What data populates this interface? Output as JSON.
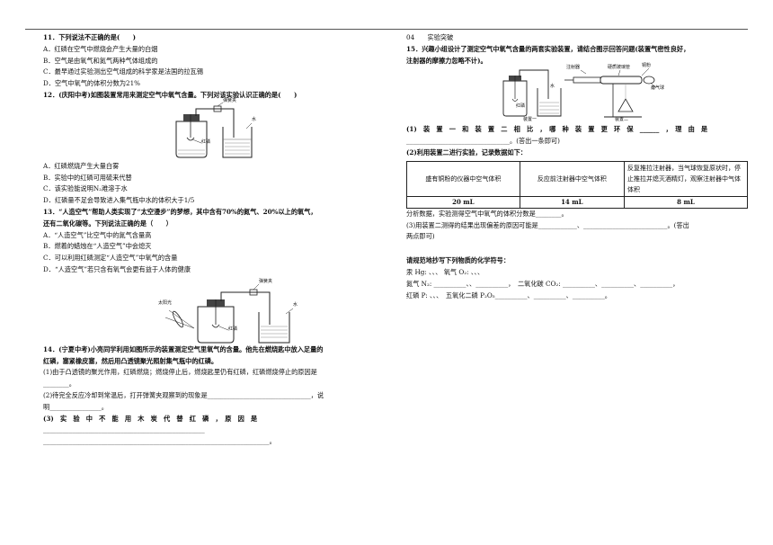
{
  "left": {
    "q11": {
      "stem": "11．下列说法不正确的是(　　)",
      "options": [
        "A．红磷在空气中燃烧会产生大量的白烟",
        "B．空气是由氧气和氮气两种气体组成的",
        "C．最早通过实验测出空气组成的科学家是法国的拉瓦锡",
        "D．空气中氧气的体积分数为21%"
      ]
    },
    "q12": {
      "stem": "12．(庆阳中考)如图装置常用来测定空气中氧气含量。下列对该实验认识正确的是(　　)",
      "fig_labels": {
        "clip": "弹簧夹",
        "phos": "红磷",
        "water": "水"
      },
      "options": [
        "A．红磷燃烧产生大量白雾",
        "B．实验中的红磷可用硫来代替",
        "C．该实验能说明N₂难溶于水",
        "D．红磷量不足会导致进入集气瓶中水的体积大于1/5"
      ]
    },
    "q13": {
      "stem1": "13．“人造空气”帮助人类实现了“太空漫步”的梦想，其中含有70%的氮气、20%以上的氧气，",
      "stem2": "还有二氧化碳等。下列说法正确的是（　　）",
      "options": [
        "A．“人造空气”比空气中的氮气含量高",
        "B．燃着的蜡烛在“人造空气”中会熄灭",
        "C．可以利用红磷测定“人造空气”中氧气的含量",
        "D．“人造空气”若只含有氧气会更有益于人体的健康"
      ]
    },
    "q14": {
      "fig_labels": {
        "clip": "弹簧夹",
        "sun": "太阳光",
        "phos": "红磷",
        "water": "水"
      },
      "stem1": "14．(宁夏中考)小亮同学利用如图所示的装置测定空气里氧气的含量。他先在燃烧匙中放入足量的",
      "stem2": "红磷，塞紧橡皮塞，然后用凸透镜聚光照射集气瓶中的红磷。",
      "p1a": "(1)由于凸透镜的聚光作用，红磷燃烧；燃烧停止后，燃烧匙里仍有红磷，红磷燃烧停止的原因是",
      "p1b": "________。",
      "p2a": "(2)待完全反应冷却到常温后，打开弹簧夹观察到的现象是________________________________，说",
      "p2b": "明________________。",
      "p3a": "(3)　实　验　中　不　能　用　木　炭　代　替　红　磷　，　原　因　是",
      "p3b": "__________________________________________________",
      "p3c": "______________________________________________________________________。"
    }
  },
  "right": {
    "section": "04　　实验突破",
    "q15": {
      "stem1": "15．兴趣小组设计了测定空气中氧气含量的两套实验装置，请结合图示回答问题(装置气密性良好，",
      "stem2": "注射器的摩擦力忽略不计)。",
      "fig_labels": {
        "phos1": "红磷",
        "water1": "水",
        "device1": "装置一",
        "syringe": "注射器",
        "tube": "硬质玻璃管",
        "copper": "铜粉",
        "balloon": "瘪气球",
        "device2": "装置二"
      },
      "p1a": "(1)　装　置　一　和　装　置　二　相　比　，　哪　种　装　置　更　环　保　______　，　理　由　是",
      "p1b": "________________________________。(答出一条即可)",
      "p2": "(2)利用装置二进行实验，记录数据如下：",
      "table": {
        "headers": [
          "盛有铜粉的仪器中空气体积",
          "反应前注射器中空气体积",
          "反复推拉注射器，当气球恢复原状时，停止推拉并熄灭酒精灯，观察注射器中气体体积"
        ],
        "values": [
          "20 mL",
          "14 mL",
          "8 mL"
        ]
      },
      "analysis": "分析数据，实验测得空气中氧气的体积分数是________。",
      "p3a": "(3)用装置二测得的结果出现偏差的原因可能是____________、__________________________。(答出",
      "p3b": "两点即可)"
    },
    "practice": {
      "title": "请规范地抄写下列物质的化学符号：",
      "line1": "汞 Hg: 、、、 氧气 O₂: 、、、",
      "line2": "氮气 N₂: __________、、__________，　二氧化碳 CO₂: __________、__________、__________，",
      "line3": "红磷 P: 、、、　五氧化二磷 P₂O₅__________、__________、__________。"
    }
  }
}
